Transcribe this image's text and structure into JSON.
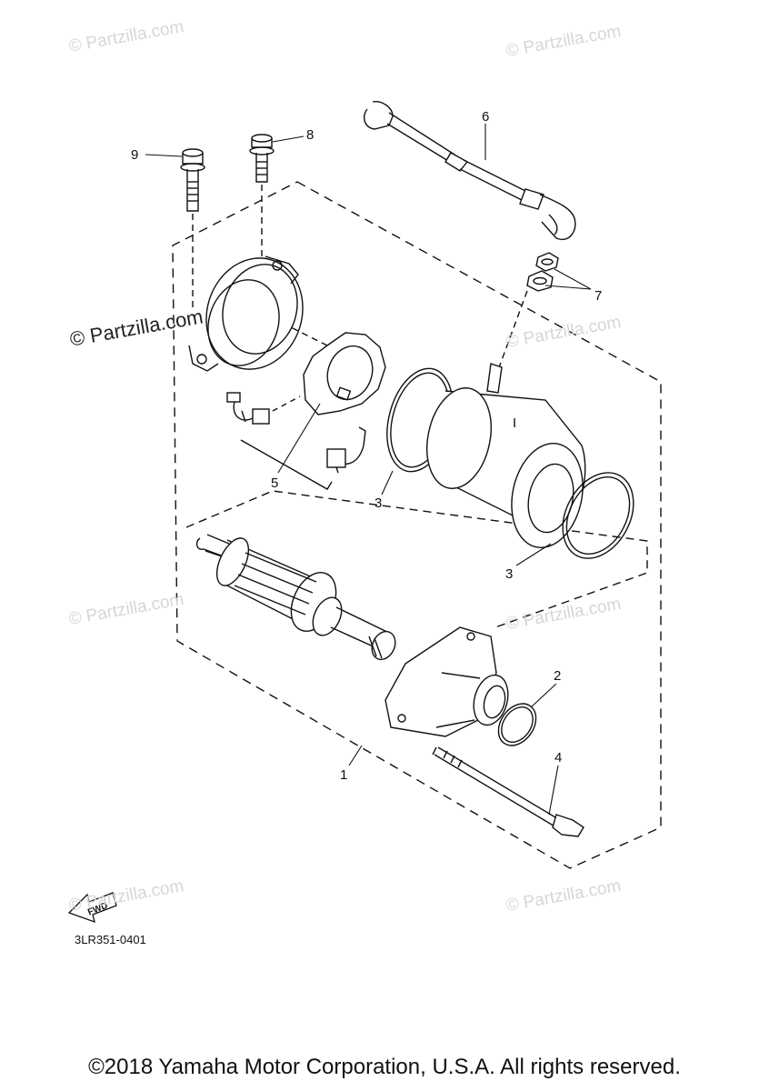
{
  "watermarks": {
    "text": "© Partzilla.com",
    "main_text": "© Partzilla.com"
  },
  "callouts": {
    "c1": "1",
    "c2": "2",
    "c3a": "3",
    "c3b": "3",
    "c4": "4",
    "c5": "5",
    "c6": "6",
    "c7": "7",
    "c8": "8",
    "c9": "9"
  },
  "fwd_label": "FWD",
  "diagram_code": "3LR351-0401",
  "copyright": "©2018 Yamaha Motor Corporation, U.S.A. All rights reserved.",
  "colors": {
    "line": "#111111",
    "watermark": "#d6d6d6"
  }
}
